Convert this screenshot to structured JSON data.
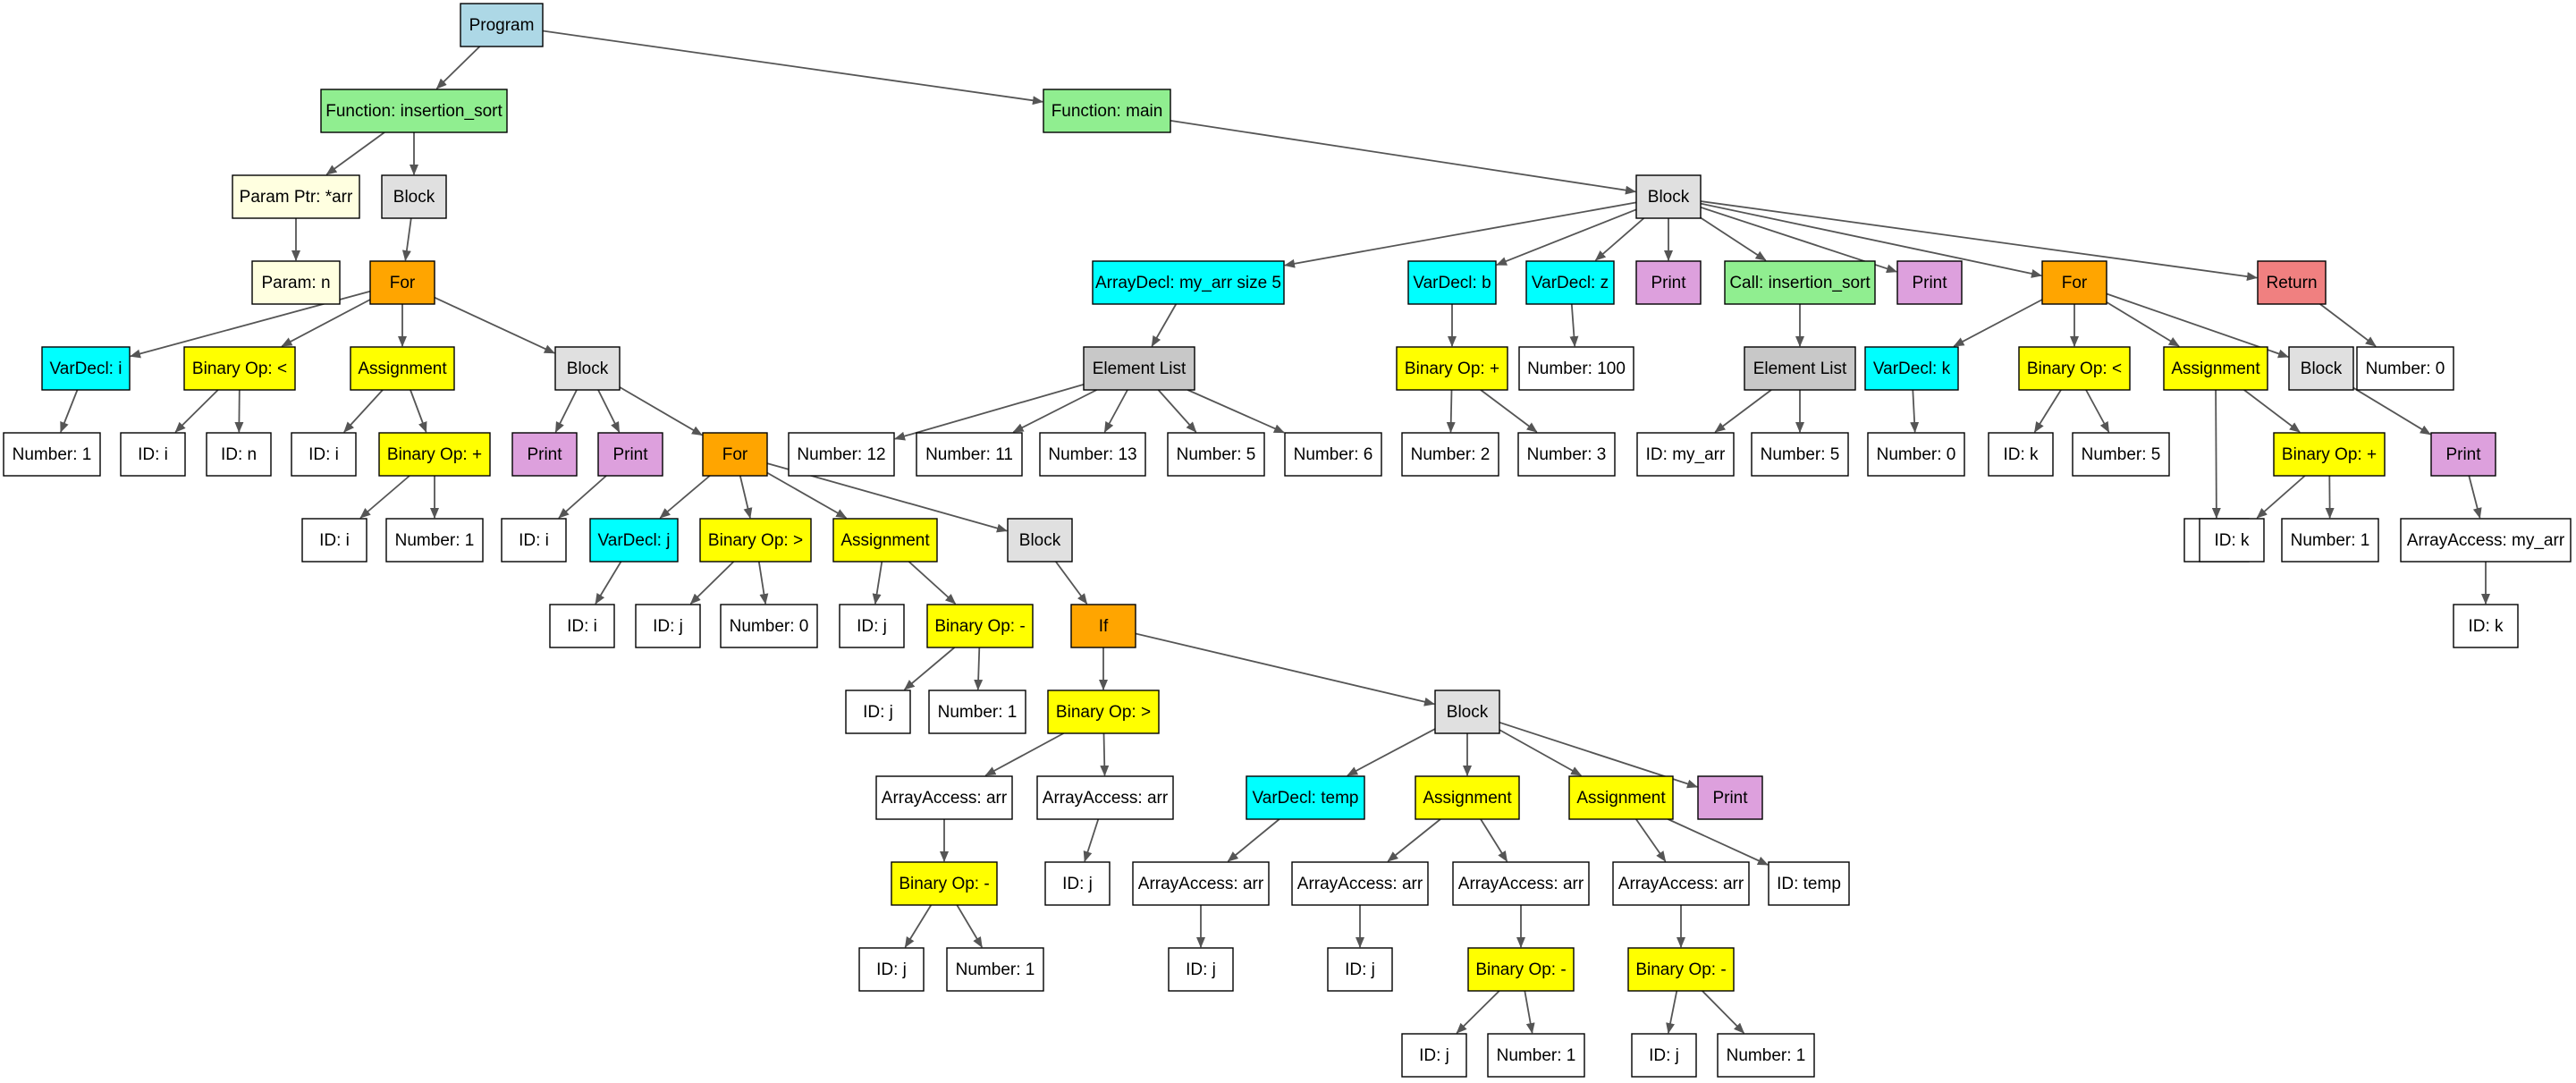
{
  "colors": {
    "program": "#add8e6",
    "function": "#90ee90",
    "param": "#ffffe0",
    "block": "#e0e0e0",
    "loop": "#ffa500",
    "vardecl": "#00ffff",
    "expr": "#ffff00",
    "print": "#dda0dd",
    "list": "#c8c8c8",
    "ret": "#f08080",
    "plain": "#ffffff",
    "edge": "#555555"
  },
  "nodes": [
    {
      "id": "program",
      "label": "Program",
      "kind": "program"
    },
    {
      "id": "fn_sort",
      "label": "Function: insertion_sort",
      "kind": "function"
    },
    {
      "id": "fn_main",
      "label": "Function: main",
      "kind": "function"
    },
    {
      "id": "param_arr",
      "label": "Param Ptr: *arr",
      "kind": "param"
    },
    {
      "id": "block_sort",
      "label": "Block",
      "kind": "block"
    },
    {
      "id": "param_n",
      "label": "Param: n",
      "kind": "param"
    },
    {
      "id": "for1",
      "label": "For",
      "kind": "loop"
    },
    {
      "id": "vardecl_i",
      "label": "VarDecl: i",
      "kind": "vardecl"
    },
    {
      "id": "num_1a",
      "label": "Number: 1",
      "kind": "plain"
    },
    {
      "id": "binop_lt1",
      "label": "Binary Op: <",
      "kind": "expr"
    },
    {
      "id": "id_i1",
      "label": "ID: i",
      "kind": "plain"
    },
    {
      "id": "id_n1",
      "label": "ID: n",
      "kind": "plain"
    },
    {
      "id": "assign1",
      "label": "Assignment",
      "kind": "expr"
    },
    {
      "id": "id_i2",
      "label": "ID: i",
      "kind": "plain"
    },
    {
      "id": "binop_plus1",
      "label": "Binary Op: +",
      "kind": "expr"
    },
    {
      "id": "id_i3",
      "label": "ID: i",
      "kind": "plain"
    },
    {
      "id": "num_1b",
      "label": "Number: 1",
      "kind": "plain"
    },
    {
      "id": "block_for1",
      "label": "Block",
      "kind": "block"
    },
    {
      "id": "print1",
      "label": "Print",
      "kind": "print"
    },
    {
      "id": "print2",
      "label": "Print",
      "kind": "print"
    },
    {
      "id": "id_i4",
      "label": "ID: i",
      "kind": "plain"
    },
    {
      "id": "for2",
      "label": "For",
      "kind": "loop"
    },
    {
      "id": "vardecl_j",
      "label": "VarDecl: j",
      "kind": "vardecl"
    },
    {
      "id": "id_i5",
      "label": "ID: i",
      "kind": "plain"
    },
    {
      "id": "binop_gt1",
      "label": "Binary Op: >",
      "kind": "expr"
    },
    {
      "id": "id_j1",
      "label": "ID: j",
      "kind": "plain"
    },
    {
      "id": "num_0a",
      "label": "Number: 0",
      "kind": "plain"
    },
    {
      "id": "assign2",
      "label": "Assignment",
      "kind": "expr"
    },
    {
      "id": "id_j2",
      "label": "ID: j",
      "kind": "plain"
    },
    {
      "id": "binop_minus1",
      "label": "Binary Op: -",
      "kind": "expr"
    },
    {
      "id": "id_j3",
      "label": "ID: j",
      "kind": "plain"
    },
    {
      "id": "num_1c",
      "label": "Number: 1",
      "kind": "plain"
    },
    {
      "id": "block_for2",
      "label": "Block",
      "kind": "block"
    },
    {
      "id": "if1",
      "label": "If",
      "kind": "loop"
    },
    {
      "id": "binop_gt2",
      "label": "Binary Op: >",
      "kind": "expr"
    },
    {
      "id": "aa1",
      "label": "ArrayAccess: arr",
      "kind": "plain"
    },
    {
      "id": "binop_minus2",
      "label": "Binary Op: -",
      "kind": "expr"
    },
    {
      "id": "id_j4",
      "label": "ID: j",
      "kind": "plain"
    },
    {
      "id": "num_1d",
      "label": "Number: 1",
      "kind": "plain"
    },
    {
      "id": "aa2",
      "label": "ArrayAccess: arr",
      "kind": "plain"
    },
    {
      "id": "id_j5",
      "label": "ID: j",
      "kind": "plain"
    },
    {
      "id": "block_if",
      "label": "Block",
      "kind": "block"
    },
    {
      "id": "vardecl_temp",
      "label": "VarDecl: temp",
      "kind": "vardecl"
    },
    {
      "id": "aa3",
      "label": "ArrayAccess: arr",
      "kind": "plain"
    },
    {
      "id": "id_j6",
      "label": "ID: j",
      "kind": "plain"
    },
    {
      "id": "assign3",
      "label": "Assignment",
      "kind": "expr"
    },
    {
      "id": "aa4",
      "label": "ArrayAccess: arr",
      "kind": "plain"
    },
    {
      "id": "id_j7",
      "label": "ID: j",
      "kind": "plain"
    },
    {
      "id": "aa5",
      "label": "ArrayAccess: arr",
      "kind": "plain"
    },
    {
      "id": "binop_minus3",
      "label": "Binary Op: -",
      "kind": "expr"
    },
    {
      "id": "id_j8",
      "label": "ID: j",
      "kind": "plain"
    },
    {
      "id": "num_1e",
      "label": "Number: 1",
      "kind": "plain"
    },
    {
      "id": "assign4",
      "label": "Assignment",
      "kind": "expr"
    },
    {
      "id": "aa6",
      "label": "ArrayAccess: arr",
      "kind": "plain"
    },
    {
      "id": "binop_minus4",
      "label": "Binary Op: -",
      "kind": "expr"
    },
    {
      "id": "id_j9",
      "label": "ID: j",
      "kind": "plain"
    },
    {
      "id": "num_1f",
      "label": "Number: 1",
      "kind": "plain"
    },
    {
      "id": "id_temp",
      "label": "ID: temp",
      "kind": "plain"
    },
    {
      "id": "print3",
      "label": "Print",
      "kind": "print"
    },
    {
      "id": "block_main",
      "label": "Block",
      "kind": "block"
    },
    {
      "id": "arraydecl",
      "label": "ArrayDecl: my_arr size 5",
      "kind": "vardecl"
    },
    {
      "id": "elemlist1",
      "label": "Element List",
      "kind": "list"
    },
    {
      "id": "num_12",
      "label": "Number: 12",
      "kind": "plain"
    },
    {
      "id": "num_11",
      "label": "Number: 11",
      "kind": "plain"
    },
    {
      "id": "num_13",
      "label": "Number: 13",
      "kind": "plain"
    },
    {
      "id": "num_5a",
      "label": "Number: 5",
      "kind": "plain"
    },
    {
      "id": "num_6",
      "label": "Number: 6",
      "kind": "plain"
    },
    {
      "id": "vardecl_b",
      "label": "VarDecl: b",
      "kind": "vardecl"
    },
    {
      "id": "binop_plus2",
      "label": "Binary Op: +",
      "kind": "expr"
    },
    {
      "id": "num_2",
      "label": "Number: 2",
      "kind": "plain"
    },
    {
      "id": "num_3",
      "label": "Number: 3",
      "kind": "plain"
    },
    {
      "id": "vardecl_z",
      "label": "VarDecl: z",
      "kind": "vardecl"
    },
    {
      "id": "num_100",
      "label": "Number: 100",
      "kind": "plain"
    },
    {
      "id": "print4",
      "label": "Print",
      "kind": "print"
    },
    {
      "id": "call_sort",
      "label": "Call: insertion_sort",
      "kind": "function"
    },
    {
      "id": "elemlist2",
      "label": "Element List",
      "kind": "list"
    },
    {
      "id": "id_myarr",
      "label": "ID: my_arr",
      "kind": "plain"
    },
    {
      "id": "num_5b",
      "label": "Number: 5",
      "kind": "plain"
    },
    {
      "id": "print5",
      "label": "Print",
      "kind": "print"
    },
    {
      "id": "for3",
      "label": "For",
      "kind": "loop"
    },
    {
      "id": "vardecl_k",
      "label": "VarDecl: k",
      "kind": "vardecl"
    },
    {
      "id": "num_0b",
      "label": "Number: 0",
      "kind": "plain"
    },
    {
      "id": "binop_lt2",
      "label": "Binary Op: <",
      "kind": "expr"
    },
    {
      "id": "id_k1",
      "label": "ID: k",
      "kind": "plain"
    },
    {
      "id": "num_5c",
      "label": "Number: 5",
      "kind": "plain"
    },
    {
      "id": "assign5",
      "label": "Assignment",
      "kind": "expr"
    },
    {
      "id": "id_k2",
      "label": "ID: k",
      "kind": "plain"
    },
    {
      "id": "binop_plus3",
      "label": "Binary Op: +",
      "kind": "expr"
    },
    {
      "id": "id_k3",
      "label": "ID: k",
      "kind": "plain"
    },
    {
      "id": "num_1g",
      "label": "Number: 1",
      "kind": "plain"
    },
    {
      "id": "block_for3",
      "label": "Block",
      "kind": "block"
    },
    {
      "id": "print6",
      "label": "Print",
      "kind": "print"
    },
    {
      "id": "aa_myarr",
      "label": "ArrayAccess: my_arr",
      "kind": "plain"
    },
    {
      "id": "id_k4",
      "label": "ID: k",
      "kind": "plain"
    },
    {
      "id": "return1",
      "label": "Return",
      "kind": "ret"
    },
    {
      "id": "num_0c",
      "label": "Number: 0",
      "kind": "plain"
    }
  ],
  "edges": [
    [
      "program",
      "fn_sort"
    ],
    [
      "program",
      "fn_main"
    ],
    [
      "fn_sort",
      "param_arr"
    ],
    [
      "fn_sort",
      "block_sort"
    ],
    [
      "param_arr",
      "param_n"
    ],
    [
      "block_sort",
      "for1"
    ],
    [
      "for1",
      "vardecl_i"
    ],
    [
      "for1",
      "binop_lt1"
    ],
    [
      "for1",
      "assign1"
    ],
    [
      "for1",
      "block_for1"
    ],
    [
      "vardecl_i",
      "num_1a"
    ],
    [
      "binop_lt1",
      "id_i1"
    ],
    [
      "binop_lt1",
      "id_n1"
    ],
    [
      "assign1",
      "id_i2"
    ],
    [
      "assign1",
      "binop_plus1"
    ],
    [
      "binop_plus1",
      "id_i3"
    ],
    [
      "binop_plus1",
      "num_1b"
    ],
    [
      "block_for1",
      "print1"
    ],
    [
      "block_for1",
      "print2"
    ],
    [
      "block_for1",
      "for2"
    ],
    [
      "print2",
      "id_i4"
    ],
    [
      "for2",
      "vardecl_j"
    ],
    [
      "for2",
      "binop_gt1"
    ],
    [
      "for2",
      "assign2"
    ],
    [
      "for2",
      "block_for2"
    ],
    [
      "vardecl_j",
      "id_i5"
    ],
    [
      "binop_gt1",
      "id_j1"
    ],
    [
      "binop_gt1",
      "num_0a"
    ],
    [
      "assign2",
      "id_j2"
    ],
    [
      "assign2",
      "binop_minus1"
    ],
    [
      "binop_minus1",
      "id_j3"
    ],
    [
      "binop_minus1",
      "num_1c"
    ],
    [
      "block_for2",
      "if1"
    ],
    [
      "if1",
      "binop_gt2"
    ],
    [
      "if1",
      "block_if"
    ],
    [
      "binop_gt2",
      "aa1"
    ],
    [
      "binop_gt2",
      "aa2"
    ],
    [
      "aa1",
      "binop_minus2"
    ],
    [
      "binop_minus2",
      "id_j4"
    ],
    [
      "binop_minus2",
      "num_1d"
    ],
    [
      "aa2",
      "id_j5"
    ],
    [
      "block_if",
      "vardecl_temp"
    ],
    [
      "block_if",
      "assign3"
    ],
    [
      "block_if",
      "assign4"
    ],
    [
      "block_if",
      "print3"
    ],
    [
      "vardecl_temp",
      "aa3"
    ],
    [
      "aa3",
      "id_j6"
    ],
    [
      "assign3",
      "aa4"
    ],
    [
      "assign3",
      "aa5"
    ],
    [
      "aa4",
      "id_j7"
    ],
    [
      "aa5",
      "binop_minus3"
    ],
    [
      "binop_minus3",
      "id_j8"
    ],
    [
      "binop_minus3",
      "num_1e"
    ],
    [
      "assign4",
      "aa6"
    ],
    [
      "assign4",
      "id_temp"
    ],
    [
      "aa6",
      "binop_minus4"
    ],
    [
      "binop_minus4",
      "id_j9"
    ],
    [
      "binop_minus4",
      "num_1f"
    ],
    [
      "fn_main",
      "block_main"
    ],
    [
      "block_main",
      "arraydecl"
    ],
    [
      "block_main",
      "vardecl_b"
    ],
    [
      "block_main",
      "vardecl_z"
    ],
    [
      "block_main",
      "print4"
    ],
    [
      "block_main",
      "call_sort"
    ],
    [
      "block_main",
      "print5"
    ],
    [
      "block_main",
      "for3"
    ],
    [
      "block_main",
      "return1"
    ],
    [
      "arraydecl",
      "elemlist1"
    ],
    [
      "elemlist1",
      "num_12"
    ],
    [
      "elemlist1",
      "num_11"
    ],
    [
      "elemlist1",
      "num_13"
    ],
    [
      "elemlist1",
      "num_5a"
    ],
    [
      "elemlist1",
      "num_6"
    ],
    [
      "vardecl_b",
      "binop_plus2"
    ],
    [
      "binop_plus2",
      "num_2"
    ],
    [
      "binop_plus2",
      "num_3"
    ],
    [
      "vardecl_z",
      "num_100"
    ],
    [
      "call_sort",
      "elemlist2"
    ],
    [
      "elemlist2",
      "id_myarr"
    ],
    [
      "elemlist2",
      "num_5b"
    ],
    [
      "for3",
      "vardecl_k"
    ],
    [
      "for3",
      "binop_lt2"
    ],
    [
      "for3",
      "assign5"
    ],
    [
      "for3",
      "block_for3"
    ],
    [
      "vardecl_k",
      "num_0b"
    ],
    [
      "binop_lt2",
      "id_k1"
    ],
    [
      "binop_lt2",
      "num_5c"
    ],
    [
      "assign5",
      "id_k2"
    ],
    [
      "assign5",
      "binop_plus3"
    ],
    [
      "binop_plus3",
      "id_k3"
    ],
    [
      "binop_plus3",
      "num_1g"
    ],
    [
      "block_for3",
      "print6"
    ],
    [
      "print6",
      "aa_myarr"
    ],
    [
      "aa_myarr",
      "id_k4"
    ],
    [
      "return1",
      "num_0c"
    ]
  ]
}
